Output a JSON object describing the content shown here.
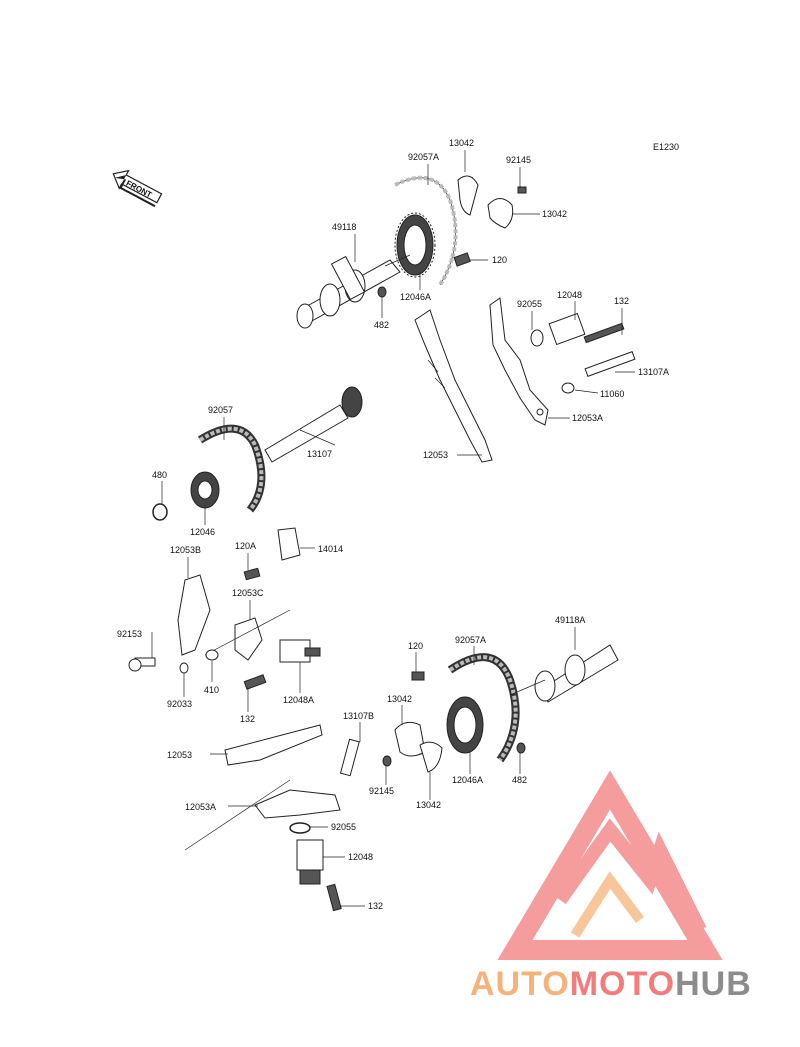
{
  "diagram": {
    "code": "E1230",
    "front_label": "FRONT",
    "labels": {
      "p92057A_top": "92057A",
      "p13042_top": "13042",
      "p92145_top": "92145",
      "p13042_right": "13042",
      "p49118": "49118",
      "p120_top": "120",
      "p12046A_top": "12046A",
      "p482_top": "482",
      "p92055_top": "92055",
      "p12048_top": "12048",
      "p132_top": "132",
      "p13107A": "13107A",
      "p11060": "11060",
      "p12053A_top": "12053A",
      "p12053_top": "12053",
      "p92057": "92057",
      "p13107": "13107",
      "p480": "480",
      "p12046": "12046",
      "p120A": "120A",
      "p14014": "14014",
      "p12053B": "12053B",
      "p12053C": "12053C",
      "p92153": "92153",
      "p410": "410",
      "p92033": "92033",
      "p132_mid": "132",
      "p12048A": "12048A",
      "p120_bot": "120",
      "p92057A_bot": "92057A",
      "p49118A": "49118A",
      "p13042_bot": "13042",
      "p13107B": "13107B",
      "p12053_bot": "12053",
      "p92145_bot": "92145",
      "p13042_bot2": "13042",
      "p12046A_bot": "12046A",
      "p482_bot": "482",
      "p12053A_bot": "12053A",
      "p92055_bot": "92055",
      "p12048_bot": "12048",
      "p132_bot": "132"
    }
  },
  "watermark": {
    "brand_part1": "AUTO",
    "brand_part2": "MOTO",
    "brand_part3": "HUB",
    "color_orange": "#f5b37a",
    "color_red": "#f27b7b",
    "color_gray": "#8c8c8c"
  }
}
